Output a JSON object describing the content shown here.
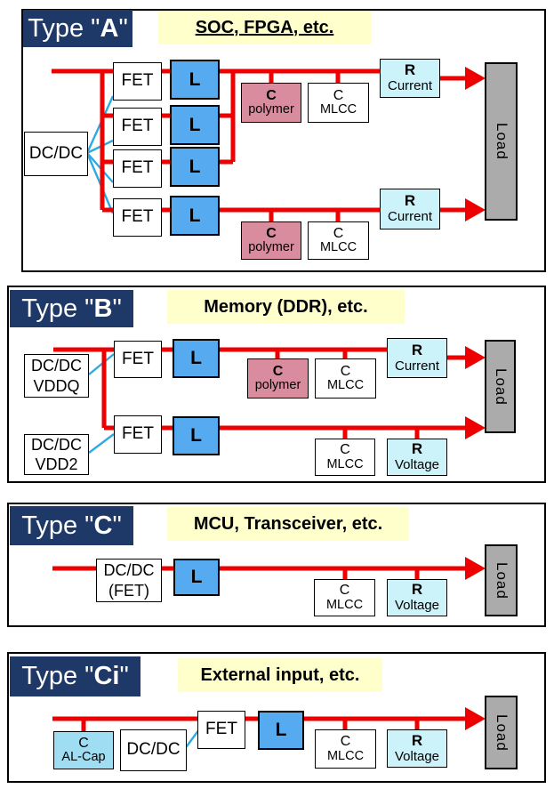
{
  "colors": {
    "title_bg": "#1E3868",
    "title_text": "#FFFFFF",
    "category_bg": "#FFFFCC",
    "inductor_bg": "#55AAF0",
    "polymer_cap_bg": "#D98C9E",
    "sense_bg": "#CCF2FA",
    "alcap_bg": "#9FDEF2",
    "load_bg": "#ABABAB",
    "wire_red": "#EE0000",
    "wire_cyan": "#2EAAE2"
  },
  "panels": [
    {
      "name": "A",
      "title": {
        "prefix": "Type \"",
        "letter": "A",
        "suffix": "\""
      },
      "category": "SOC, FPGA, etc.",
      "boxes": {
        "dcdc": "DC/DC",
        "fet": "FET",
        "inductor": "L",
        "c_polymer": {
          "line1": "C",
          "line2": "polymer"
        },
        "c_mlcc": {
          "line1": "C",
          "line2": "MLCC"
        },
        "r_current": {
          "line1": "R",
          "line2": "Current"
        },
        "load": "Load"
      }
    },
    {
      "name": "B",
      "title": {
        "prefix": "Type \"",
        "letter": "B",
        "suffix": "\""
      },
      "category": "Memory (DDR), etc.",
      "boxes": {
        "dcdc_vddq": {
          "line1": "DC/DC",
          "line2": "VDDQ"
        },
        "dcdc_vdd2": {
          "line1": "DC/DC",
          "line2": "VDD2"
        },
        "fet": "FET",
        "inductor": "L",
        "c_polymer": {
          "line1": "C",
          "line2": "polymer"
        },
        "c_mlcc": {
          "line1": "C",
          "line2": "MLCC"
        },
        "r_current": {
          "line1": "R",
          "line2": "Current"
        },
        "r_voltage": {
          "line1": "R",
          "line2": "Voltage"
        },
        "load": "Load"
      }
    },
    {
      "name": "C",
      "title": {
        "prefix": "Type \"",
        "letter": "C",
        "suffix": "\""
      },
      "category": "MCU, Transceiver, etc.",
      "boxes": {
        "dcdc_fet": {
          "line1": "DC/DC",
          "line2": "(FET)"
        },
        "inductor": "L",
        "c_mlcc": {
          "line1": "C",
          "line2": "MLCC"
        },
        "r_voltage": {
          "line1": "R",
          "line2": "Voltage"
        },
        "load": "Load"
      }
    },
    {
      "name": "Ci",
      "title": {
        "prefix": "Type \"",
        "letter": "Ci",
        "suffix": "\""
      },
      "category": "External input, etc.",
      "boxes": {
        "c_alcap": {
          "line1": "C",
          "line2": "AL-Cap"
        },
        "dcdc": "DC/DC",
        "fet": "FET",
        "inductor": "L",
        "c_mlcc": {
          "line1": "C",
          "line2": "MLCC"
        },
        "r_voltage": {
          "line1": "R",
          "line2": "Voltage"
        },
        "load": "Load"
      }
    }
  ]
}
